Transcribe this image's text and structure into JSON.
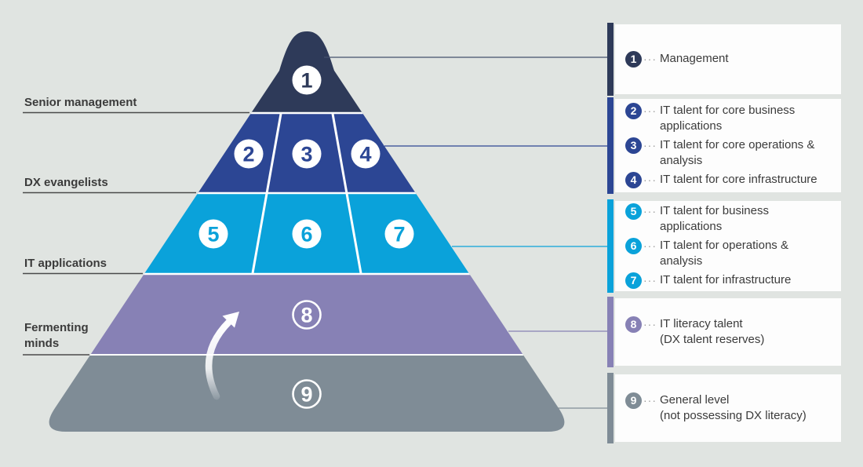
{
  "colors": {
    "background": "#e0e4e1",
    "level1": "#2e3a59",
    "level2": "#2c4694",
    "level3": "#0aa2da",
    "level4": "#8781b5",
    "level5": "#7f8c96",
    "white": "#ffffff",
    "label_line": "#4a4a4a",
    "connector1": "#44506e",
    "text": "#3b3b3b"
  },
  "pyramid": {
    "badges": {
      "b1": "1",
      "b2": "2",
      "b3": "3",
      "b4": "4",
      "b5": "5",
      "b6": "6",
      "b7": "7",
      "b8": "8",
      "b9": "9"
    }
  },
  "side_labels": {
    "senior": "Senior management",
    "dx": "DX evangelists",
    "it": "IT applications",
    "fermenting": "Fermenting minds"
  },
  "legend": {
    "dots": "···",
    "boxes": [
      {
        "items": [
          {
            "num": "1",
            "lines": [
              "Management"
            ]
          }
        ]
      },
      {
        "items": [
          {
            "num": "2",
            "lines": [
              "IT talent for core business",
              "applications"
            ]
          },
          {
            "num": "3",
            "lines": [
              "IT talent for core operations &",
              "analysis"
            ]
          },
          {
            "num": "4",
            "lines": [
              "IT talent for core infrastructure"
            ]
          }
        ]
      },
      {
        "items": [
          {
            "num": "5",
            "lines": [
              "IT talent for business",
              "applications"
            ]
          },
          {
            "num": "6",
            "lines": [
              "IT talent for operations &",
              "analysis"
            ]
          },
          {
            "num": "7",
            "lines": [
              "IT talent for infrastructure"
            ]
          }
        ]
      },
      {
        "items": [
          {
            "num": "8",
            "lines": [
              "IT literacy talent",
              "(DX talent reserves)"
            ]
          }
        ]
      },
      {
        "items": [
          {
            "num": "9",
            "lines": [
              "General level",
              "(not possessing DX literacy)"
            ]
          }
        ]
      }
    ]
  }
}
